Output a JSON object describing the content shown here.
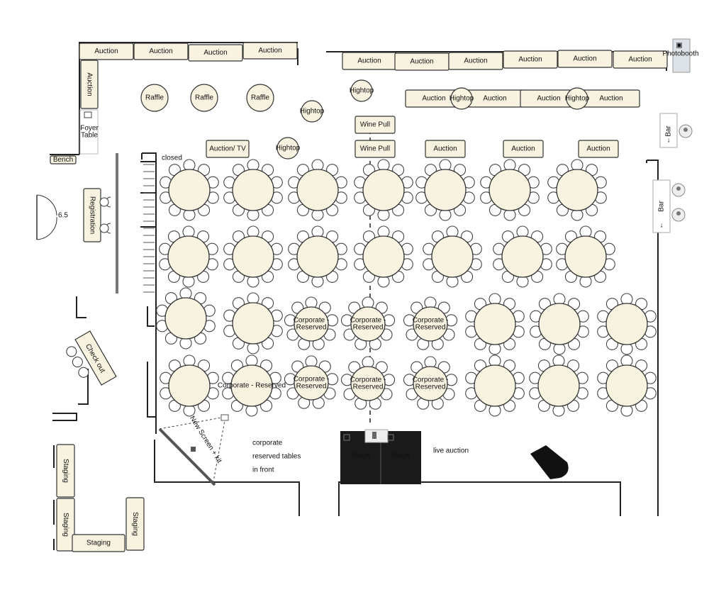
{
  "labels": {
    "auction": "Auction",
    "raffle": "Raffle",
    "hightop": "Hightop",
    "wine_pull": "Wine Pull",
    "auction_tv": "Auction/ TV",
    "foyer_table": [
      "Foyer",
      "Table"
    ],
    "bench": "Bench",
    "registration": "Registration",
    "check_out": "Check out",
    "photobooth": "Photobooth",
    "bar": "Bar",
    "stage": "Stage",
    "staging": "Staging",
    "corporate_reserved": [
      "Corporate -",
      "Reserved"
    ],
    "corporate_reserved_inline": "Corporate - Reserved",
    "screen_kit": "New Screen + kit",
    "door_number": "6.5"
  },
  "annotations": {
    "closed": "closed",
    "corporate_note": [
      "corporate",
      "reserved tables",
      "in front"
    ],
    "live_auction": "live auction"
  },
  "colors": {
    "table_fill": "#f8f3e0",
    "stroke": "#333333",
    "stage_fill": "#1a1a1a",
    "booth_fill": "#dde3e8",
    "door_blue": "#1a55a6"
  }
}
